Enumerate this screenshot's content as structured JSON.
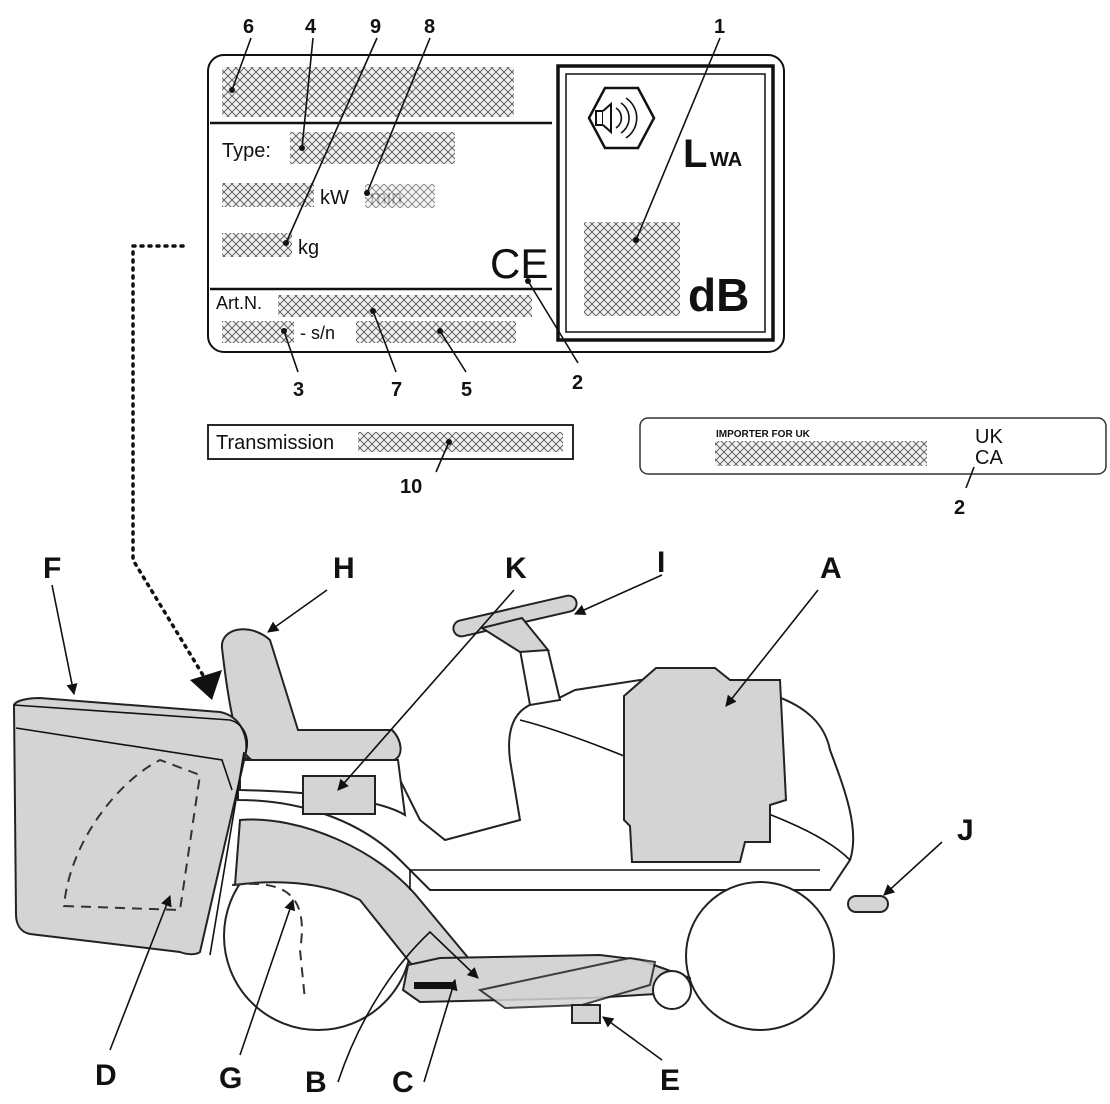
{
  "plate": {
    "type_label": "Type:",
    "kw_label": "kW",
    "min_label": "min",
    "kg_label": "kg",
    "artn_label": "Art.N.",
    "sn_label": "- s/n",
    "ce_mark": "CE",
    "lwa_L": "L",
    "lwa_sub": "WA",
    "db_label": "dB"
  },
  "callout_numbers": {
    "n1": "1",
    "n2": "2",
    "n3": "3",
    "n4": "4",
    "n5": "5",
    "n6": "6",
    "n7": "7",
    "n8": "8",
    "n9": "9",
    "n10": "10",
    "n2b": "2"
  },
  "transmission": {
    "label": "Transmission"
  },
  "uk_label": {
    "importer": "IMPORTER FOR UK",
    "mark_line1": "UK",
    "mark_line2": "CA"
  },
  "part_letters": {
    "A": "A",
    "B": "B",
    "C": "C",
    "D": "D",
    "E": "E",
    "F": "F",
    "G": "G",
    "H": "H",
    "I": "I",
    "J": "J",
    "K": "K"
  }
}
